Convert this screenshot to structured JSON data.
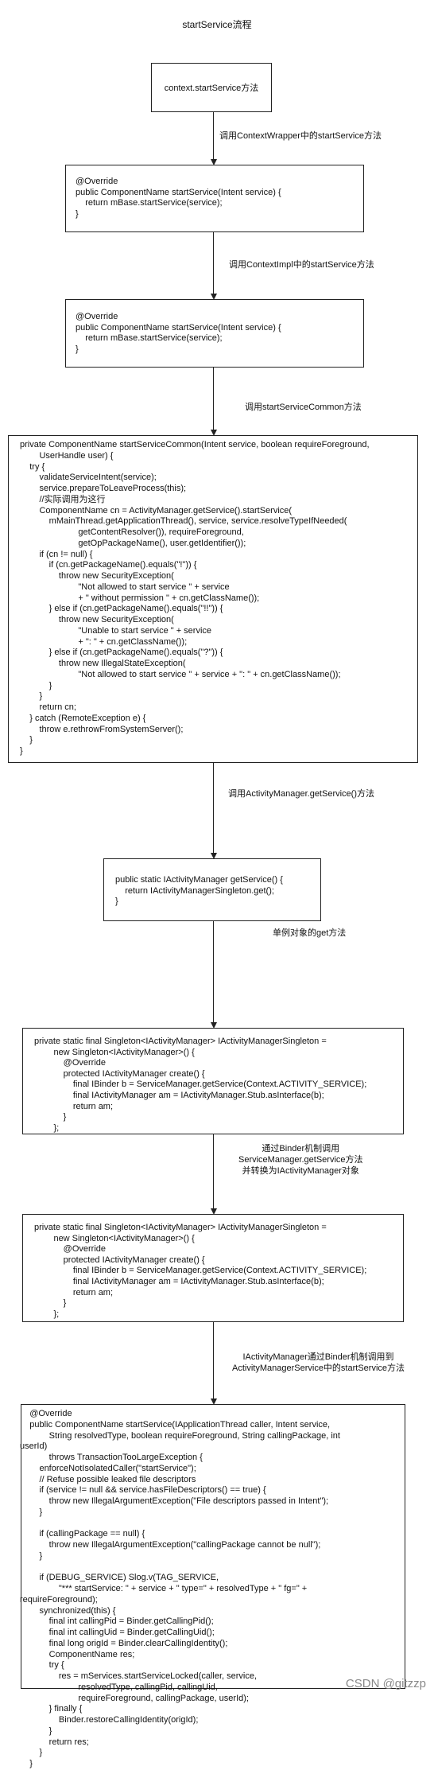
{
  "title": "startService流程",
  "box1": "context.startService方法",
  "label1": "调用ContextWrapper中的startService方法",
  "box2": "@Override\npublic ComponentName startService(Intent service) {\n    return mBase.startService(service);\n}",
  "label2": "调用ContextImpl中的startService方法",
  "box3": "@Override\npublic ComponentName startService(Intent service) {\n    return mBase.startService(service);\n}",
  "label3": "调用startServiceCommon方法",
  "box4": "private ComponentName startServiceCommon(Intent service, boolean requireForeground,\n        UserHandle user) {\n    try {\n        validateServiceIntent(service);\n        service.prepareToLeaveProcess(this);\n        //实际调用为这行\n        ComponentName cn = ActivityManager.getService().startService(\n            mMainThread.getApplicationThread(), service, service.resolveTypeIfNeeded(\n                        getContentResolver()), requireForeground,\n                        getOpPackageName(), user.getIdentifier());\n        if (cn != null) {\n            if (cn.getPackageName().equals(\"!\")) {\n                throw new SecurityException(\n                        \"Not allowed to start service \" + service\n                        + \" without permission \" + cn.getClassName());\n            } else if (cn.getPackageName().equals(\"!!\")) {\n                throw new SecurityException(\n                        \"Unable to start service \" + service\n                        + \": \" + cn.getClassName());\n            } else if (cn.getPackageName().equals(\"?\")) {\n                throw new IllegalStateException(\n                        \"Not allowed to start service \" + service + \": \" + cn.getClassName());\n            }\n        }\n        return cn;\n    } catch (RemoteException e) {\n        throw e.rethrowFromSystemServer();\n    }\n}",
  "label4": "调用ActivityManager.getService()方法",
  "box5": "public static IActivityManager getService() {\n    return IActivityManagerSingleton.get();\n}",
  "label5": "单例对象的get方法",
  "box6": "private static final Singleton<IActivityManager> IActivityManagerSingleton =\n        new Singleton<IActivityManager>() {\n            @Override\n            protected IActivityManager create() {\n                final IBinder b = ServiceManager.getService(Context.ACTIVITY_SERVICE);\n                final IActivityManager am = IActivityManager.Stub.asInterface(b);\n                return am;\n            }\n        };",
  "label6": "通过Binder机制调用\nServiceManager.getService方法\n并转换为IActivityManager对象",
  "box7": "private static final Singleton<IActivityManager> IActivityManagerSingleton =\n        new Singleton<IActivityManager>() {\n            @Override\n            protected IActivityManager create() {\n                final IBinder b = ServiceManager.getService(Context.ACTIVITY_SERVICE);\n                final IActivityManager am = IActivityManager.Stub.asInterface(b);\n                return am;\n            }\n        };",
  "label7": "IActivityManager通过Binder机制调用到\nActivityManagerService中的startService方法",
  "box8": "    @Override\n    public ComponentName startService(IApplicationThread caller, Intent service,\n            String resolvedType, boolean requireForeground, String callingPackage, int\nuserId)\n            throws TransactionTooLargeException {\n        enforceNotIsolatedCaller(\"startService\");\n        // Refuse possible leaked file descriptors\n        if (service != null && service.hasFileDescriptors() == true) {\n            throw new IllegalArgumentException(\"File descriptors passed in Intent\");\n        }\n\n        if (callingPackage == null) {\n            throw new IllegalArgumentException(\"callingPackage cannot be null\");\n        }\n\n        if (DEBUG_SERVICE) Slog.v(TAG_SERVICE,\n                \"*** startService: \" + service + \" type=\" + resolvedType + \" fg=\" +\nrequireForeground);\n        synchronized(this) {\n            final int callingPid = Binder.getCallingPid();\n            final int callingUid = Binder.getCallingUid();\n            final long origId = Binder.clearCallingIdentity();\n            ComponentName res;\n            try {\n                res = mServices.startServiceLocked(caller, service,\n                        resolvedType, callingPid, callingUid,\n                        requireForeground, callingPackage, userId);\n            } finally {\n                Binder.restoreCallingIdentity(origId);\n            }\n            return res;\n        }\n    }",
  "watermark": "CSDN @gitzzp"
}
